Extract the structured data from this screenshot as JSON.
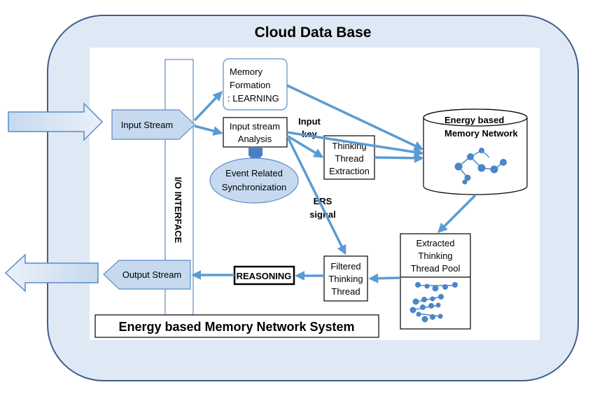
{
  "title": "Cloud Data Base",
  "system_label": "Energy based Memory Network System",
  "io_interface": "I/O INTERFACE",
  "input_stream": "Input Stream",
  "output_stream": "Output Stream",
  "memory_formation": [
    "Memory",
    "Formation",
    ": LEARNING"
  ],
  "input_analysis": [
    "Input stream",
    "Analysis"
  ],
  "event_related": [
    "Event Related",
    "Synchronization"
  ],
  "input_key": [
    "Input",
    "key"
  ],
  "thinking_extraction": [
    "Thinking",
    "Thread",
    "Extraction"
  ],
  "ers_signal": [
    "ERS",
    "signal"
  ],
  "filtered_thread": [
    "Filtered",
    "Thinking",
    "Thread"
  ],
  "reasoning": "REASONING",
  "memory_network": [
    "Energy based",
    "Memory Network"
  ],
  "thread_pool": [
    "Extracted",
    "Thinking",
    "Thread Pool"
  ],
  "colors": {
    "cloud_fill": "#dfe9f5",
    "cloud_stroke": "#3e5f8a",
    "arrow": "#5b9bd5",
    "block_arrow_fill": "#dce8f5",
    "block_arrow_stroke": "#5b8ac4",
    "box_stroke": "#000000"
  }
}
